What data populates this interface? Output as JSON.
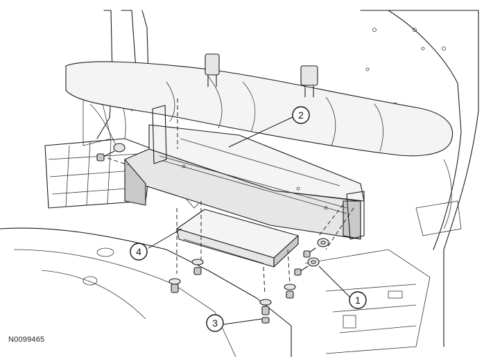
{
  "callouts": [
    {
      "id": "1",
      "label": "1"
    },
    {
      "id": "2",
      "label": "2"
    },
    {
      "id": "3",
      "label": "3"
    },
    {
      "id": "4",
      "label": "4"
    }
  ],
  "reference_code": "N0099465",
  "colors": {
    "line": "#1a1a1a",
    "background": "#ffffff",
    "panel_shade": "#e6e6e6"
  }
}
